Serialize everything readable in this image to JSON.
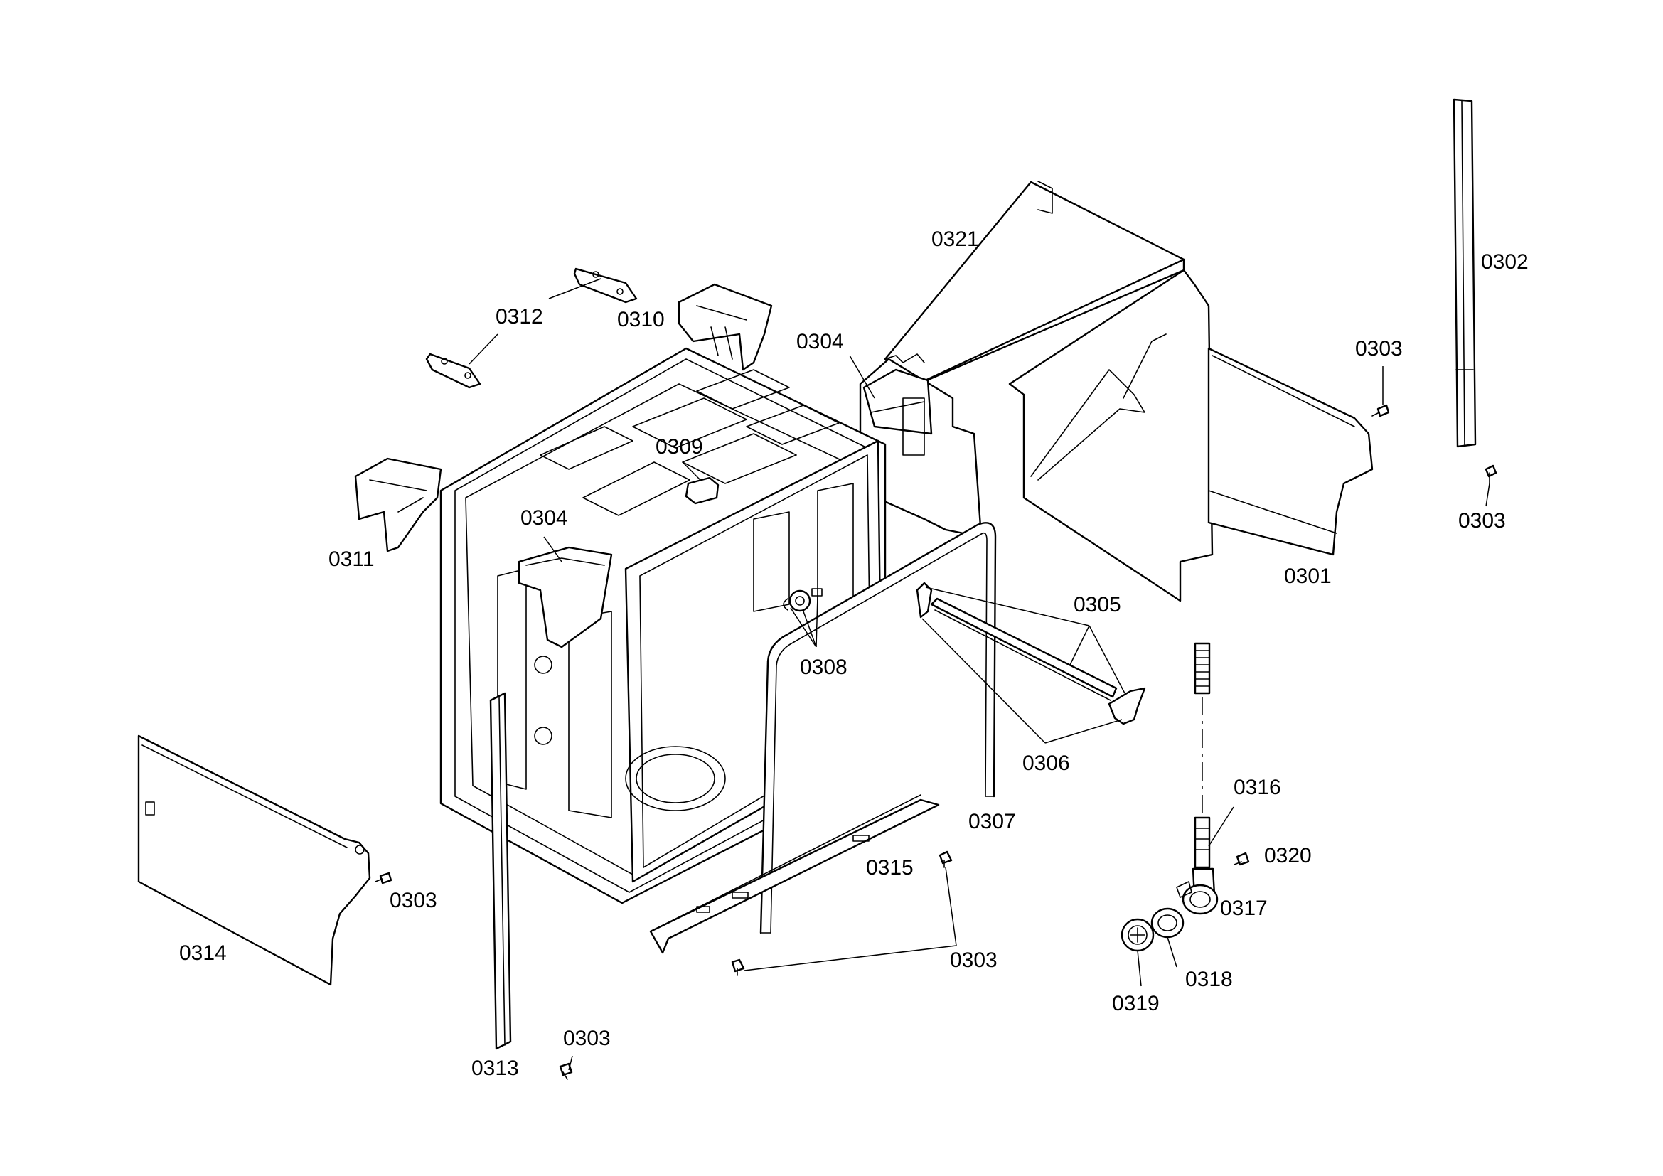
{
  "colors": {
    "line": "#000000",
    "background": "#ffffff"
  },
  "callouts": {
    "c0301": "0301",
    "c0302": "0302",
    "c0303_a": "0303",
    "c0303_b": "0303",
    "c0303_c": "0303",
    "c0303_d": "0303",
    "c0303_e": "0303",
    "c0304_a": "0304",
    "c0304_b": "0304",
    "c0305": "0305",
    "c0306": "0306",
    "c0307": "0307",
    "c0308": "0308",
    "c0309": "0309",
    "c0310": "0310",
    "c0311": "0311",
    "c0312": "0312",
    "c0313": "0313",
    "c0314": "0314",
    "c0315": "0315",
    "c0316": "0316",
    "c0317": "0317",
    "c0318": "0318",
    "c0319": "0319",
    "c0320": "0320",
    "c0321": "0321"
  }
}
